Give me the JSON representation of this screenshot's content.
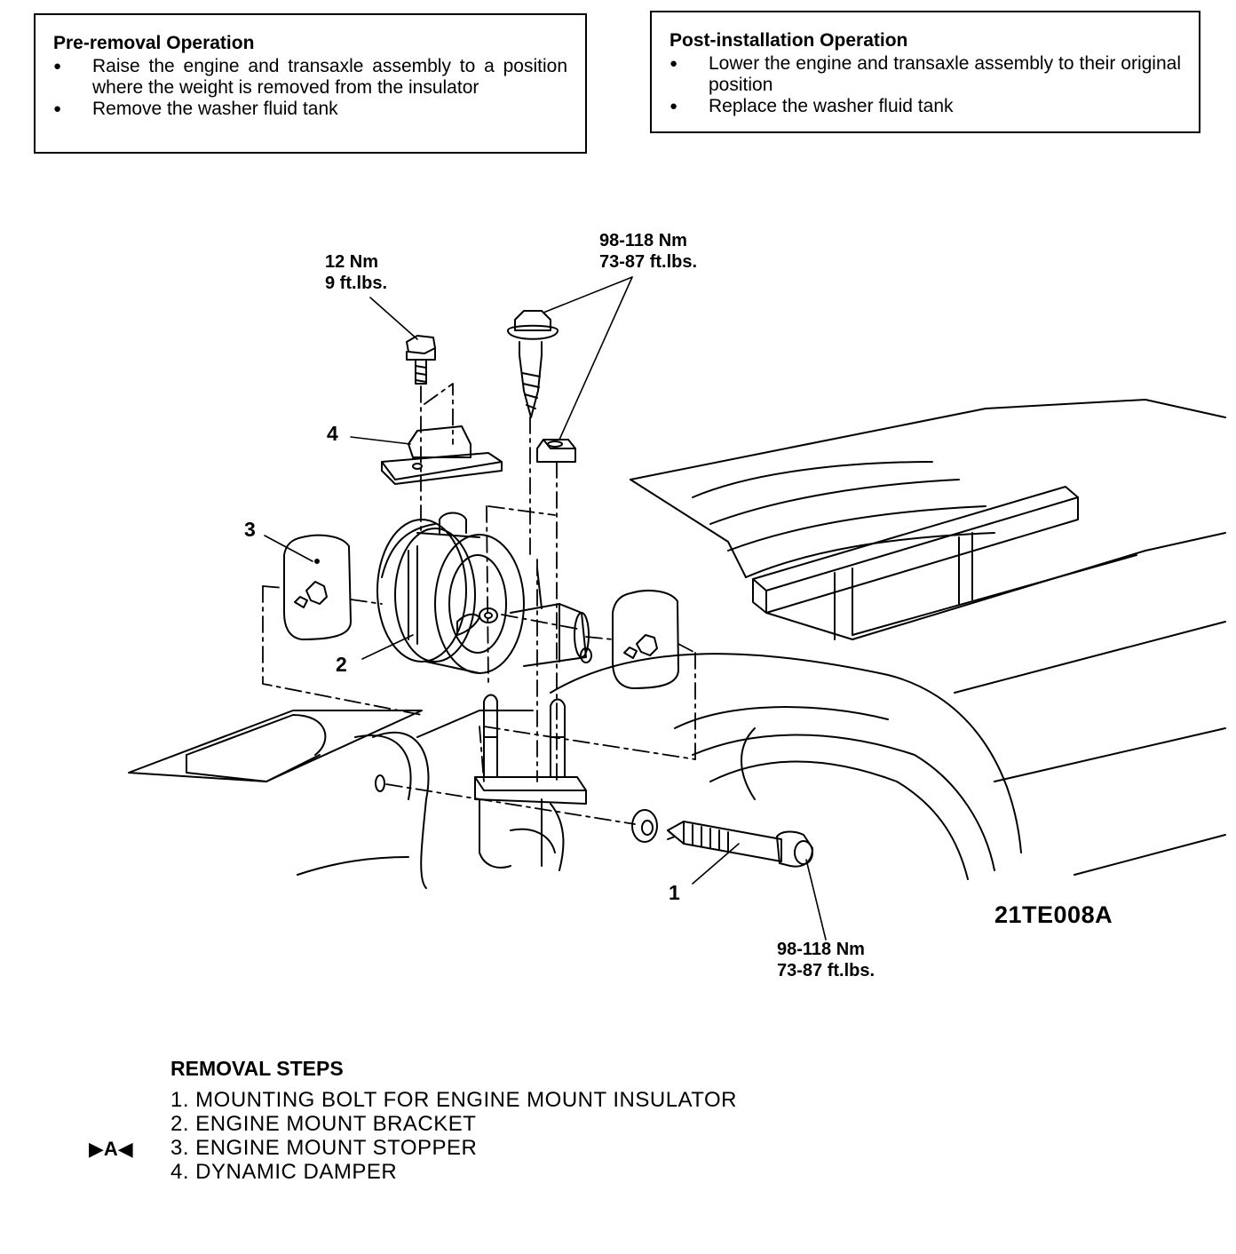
{
  "pre_removal": {
    "title": "Pre-removal Operation",
    "items": [
      "Raise the engine and transaxle assembly to a position where the weight is removed from the insulator",
      "Remove the washer fluid tank"
    ]
  },
  "post_installation": {
    "title": "Post-installation Operation",
    "items": [
      "Lower the engine and transaxle assembly to their original position",
      "Replace the washer fluid tank"
    ]
  },
  "callouts": {
    "top_left_nm": "12 Nm",
    "top_left_ftlbs": "9 ft.lbs.",
    "top_right_nm": "98-118 Nm",
    "top_right_ftlbs": "73-87 ft.lbs.",
    "bottom_nm": "98-118 Nm",
    "bottom_ftlbs": "73-87 ft.lbs."
  },
  "part_numbers": {
    "p1": "1",
    "p2": "2",
    "p3": "3",
    "p4": "4"
  },
  "figure_code": "21TE008A",
  "removal": {
    "title": "REMOVAL STEPS",
    "steps": [
      "1. MOUNTING BOLT FOR ENGINE MOUNT INSULATOR",
      "2. ENGINE MOUNT BRACKET",
      "3. ENGINE MOUNT STOPPER",
      "4. DYNAMIC DAMPER"
    ],
    "marker": "▶A◀"
  }
}
